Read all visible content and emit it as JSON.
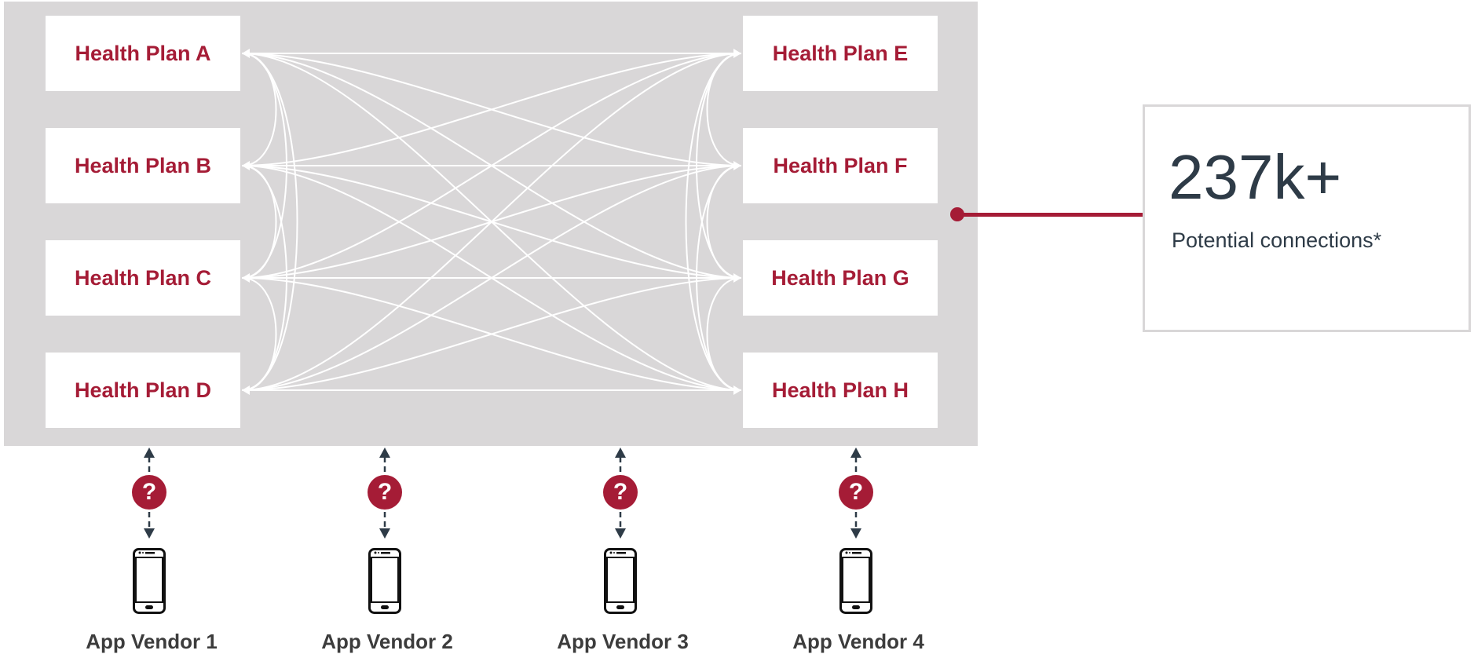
{
  "plans_left": [
    {
      "name": "Health Plan A"
    },
    {
      "name": "Health Plan B"
    },
    {
      "name": "Health Plan C"
    },
    {
      "name": "Health Plan D"
    }
  ],
  "plans_right": [
    {
      "name": "Health Plan E"
    },
    {
      "name": "Health Plan F"
    },
    {
      "name": "Health Plan G"
    },
    {
      "name": "Health Plan H"
    }
  ],
  "stat": {
    "value": "237k+",
    "label": "Potential connections*"
  },
  "vendors": [
    {
      "name": "App Vendor 1",
      "badge": "?"
    },
    {
      "name": "App Vendor 2",
      "badge": "?"
    },
    {
      "name": "App Vendor 3",
      "badge": "?"
    },
    {
      "name": "App Vendor 4",
      "badge": "?"
    }
  ],
  "colors": {
    "accent": "#a51c36",
    "panel": "#d9d7d8",
    "text_dark": "#2e3b47",
    "link_lines": "#ffffff"
  },
  "icons": {
    "vendor_device": "smartphone-icon",
    "unknown_connection": "question-icon",
    "link_arrows": "double-arrow-icon"
  }
}
